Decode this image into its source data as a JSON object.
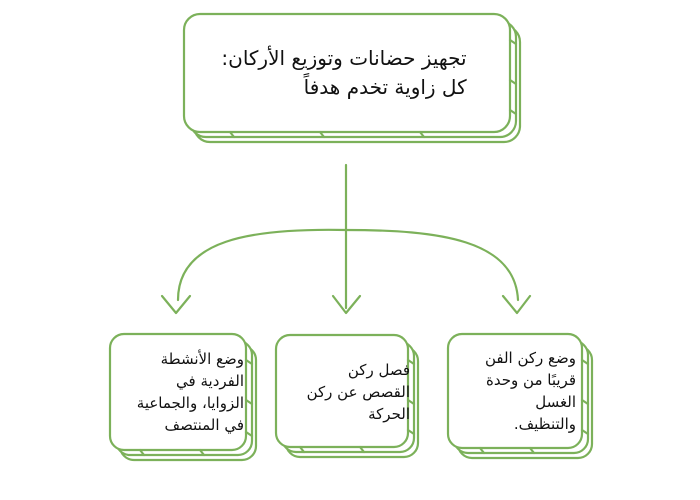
{
  "colors": {
    "stroke": "#7cb15a",
    "fill": "#ffffff",
    "text": "#111111"
  },
  "main_box": {
    "text": "تجهيز حضانات وتوزيع الأركان:\nكل زاوية تخدم هدفاً"
  },
  "children": [
    {
      "text": "وضع ركن الفن\nقريبًا من وحدة\nالغسل\nوالتنظيف."
    },
    {
      "text": "فصل ركن\nالقصص عن ركن\nالحركة"
    },
    {
      "text": "وضع الأنشطة\nالفردية في\nالزوايا، والجماعية\nفي المنتصف"
    }
  ]
}
